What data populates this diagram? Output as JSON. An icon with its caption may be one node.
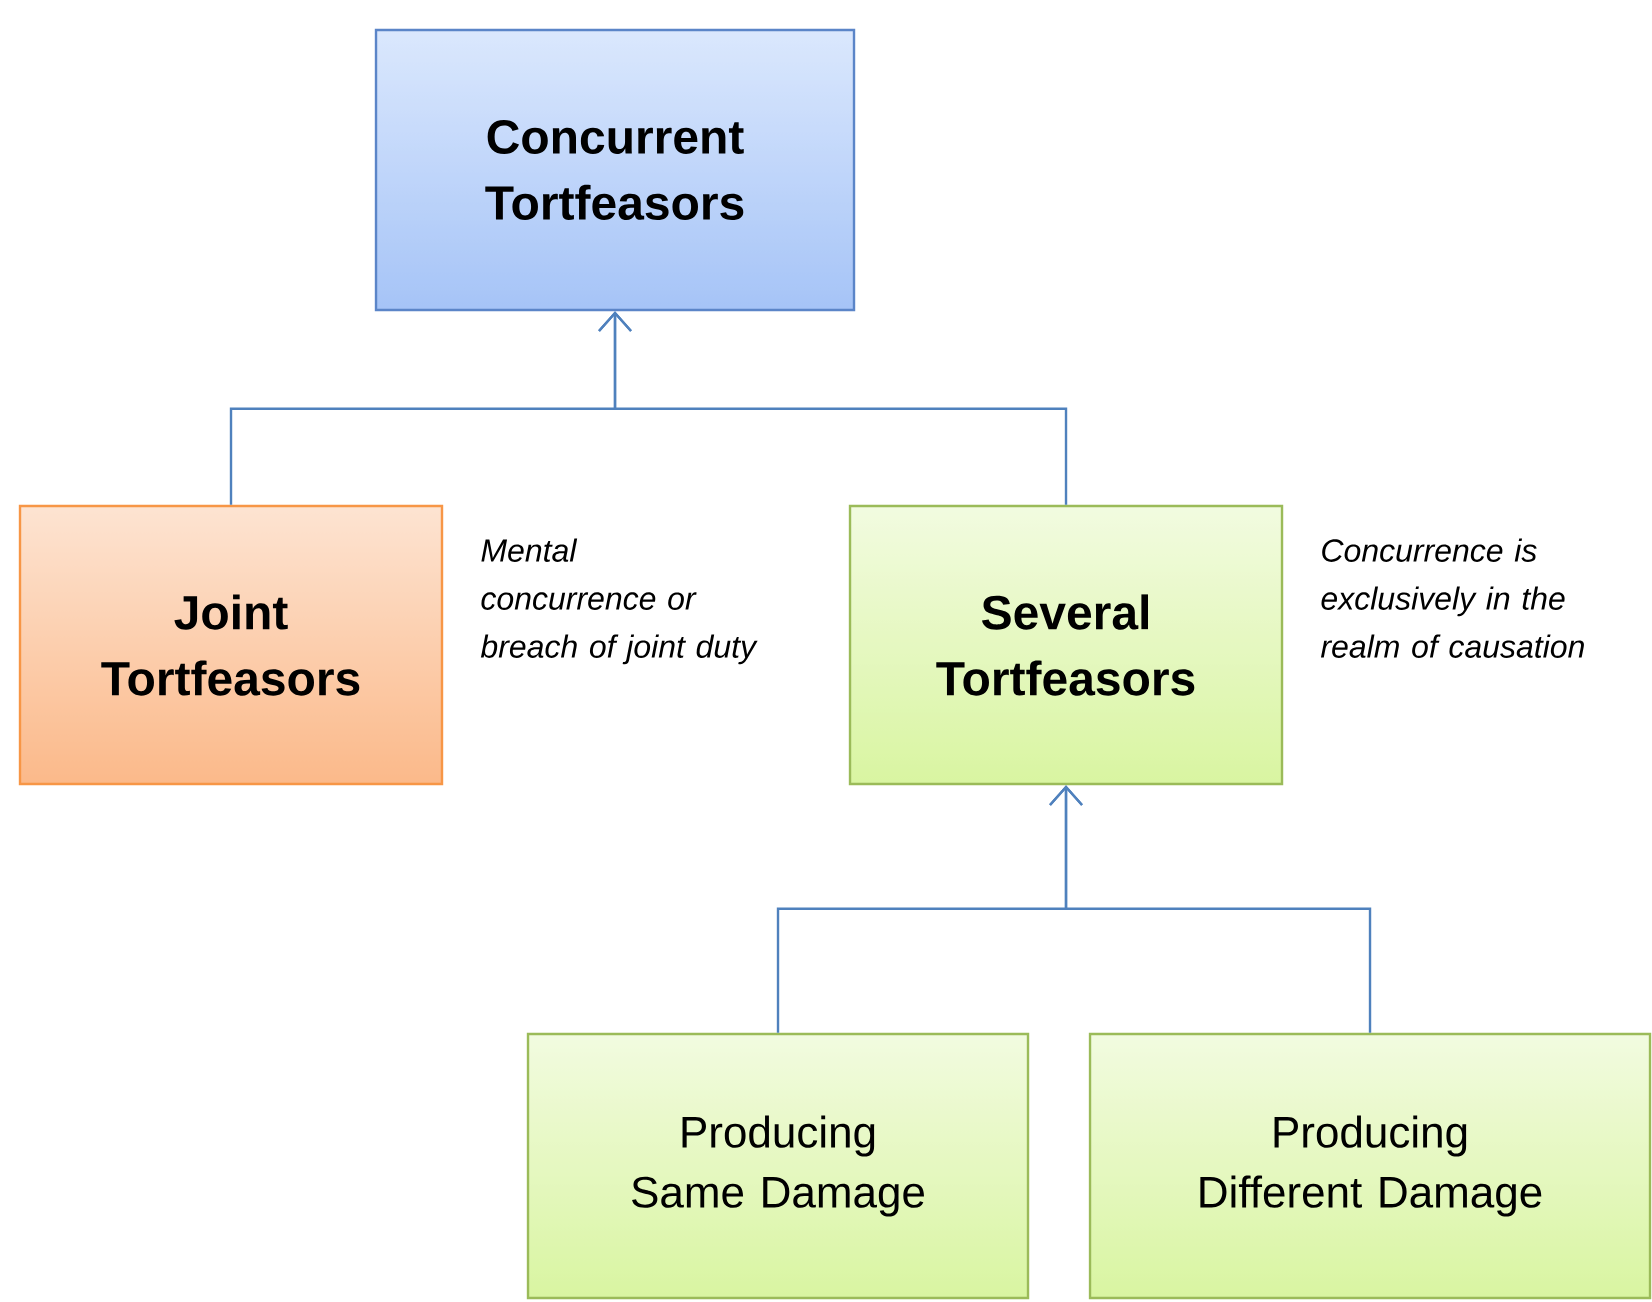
{
  "diagram": {
    "nodes": [
      {
        "text": [
          "Concurrent Tortfeasors"
        ]
      },
      {
        "text": [
          "Joint Tortfeasors"
        ],
        "beside": [
          "Mental concurrence or breach of joint duty"
        ]
      },
      {
        "text": [
          "Several Tortfeasors"
        ],
        "beside": [
          "Concurrence is exclusively in the realm of causation"
        ]
      },
      {
        "text": [
          "Producing Same Damage"
        ]
      },
      {
        "text": [
          "Producing Different Damage"
        ]
      }
    ],
    "edges": [
      {
        "from": 1,
        "to": 0,
        "arrow": "to"
      },
      {
        "from": 2,
        "to": 0,
        "arrow": "to"
      },
      {
        "from": 3,
        "to": 2,
        "arrow": "to"
      },
      {
        "from": 4,
        "to": 2,
        "arrow": "to"
      }
    ]
  }
}
